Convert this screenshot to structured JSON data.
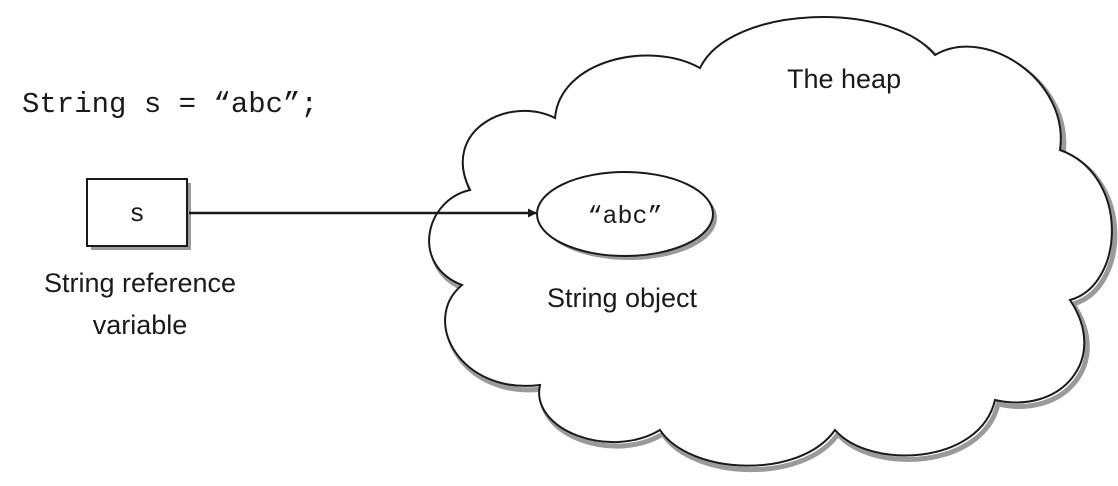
{
  "code_line": "String s = “abc”;",
  "reference_box_label": "s",
  "reference_caption": {
    "line1": "String reference",
    "line2": "variable"
  },
  "heap_label": "The heap",
  "object_label": "“abc”",
  "object_caption": "String object",
  "colors": {
    "stroke": "#1a1a1a",
    "cloud_shadow": "#9a9a9a",
    "background": "#ffffff"
  }
}
